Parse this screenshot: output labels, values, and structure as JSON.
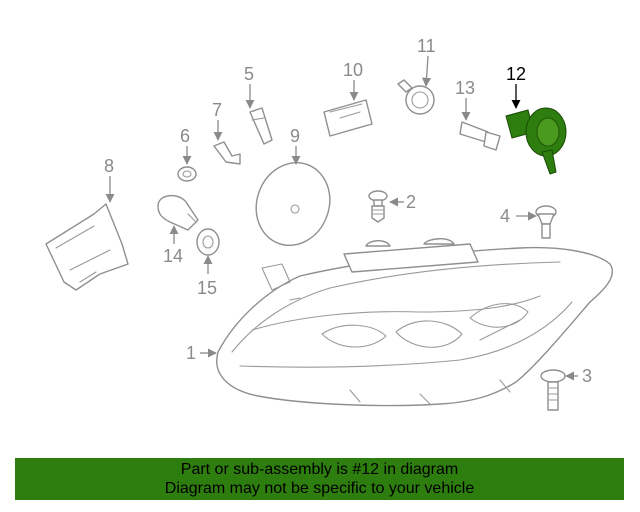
{
  "diagram": {
    "callouts": [
      {
        "id": "1",
        "label": "1"
      },
      {
        "id": "2",
        "label": "2"
      },
      {
        "id": "3",
        "label": "3"
      },
      {
        "id": "4",
        "label": "4"
      },
      {
        "id": "5",
        "label": "5"
      },
      {
        "id": "6",
        "label": "6"
      },
      {
        "id": "7",
        "label": "7"
      },
      {
        "id": "8",
        "label": "8"
      },
      {
        "id": "9",
        "label": "9"
      },
      {
        "id": "10",
        "label": "10"
      },
      {
        "id": "11",
        "label": "11"
      },
      {
        "id": "12",
        "label": "12",
        "highlighted": true
      },
      {
        "id": "13",
        "label": "13"
      },
      {
        "id": "14",
        "label": "14"
      },
      {
        "id": "15",
        "label": "15"
      }
    ],
    "highlight_color": "#2e7d0f",
    "line_color": "#8a8a8a"
  },
  "banner": {
    "line1": "Part or sub-assembly is #12 in diagram",
    "line2": "Diagram may not be specific to your vehicle",
    "background": "#2e7d0f",
    "text_color": "#000000"
  }
}
